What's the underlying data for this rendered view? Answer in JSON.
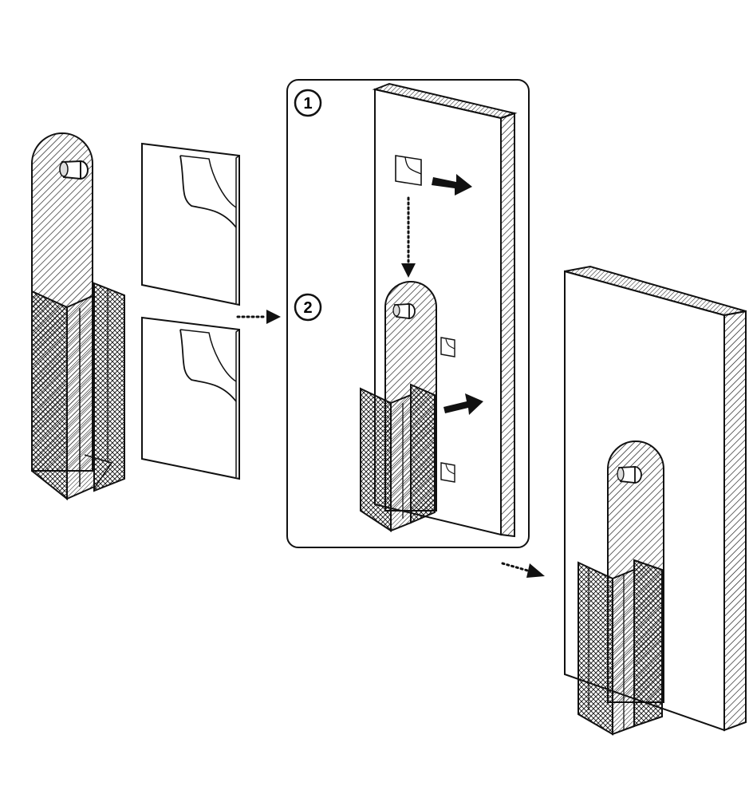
{
  "steps": [
    {
      "number": "1"
    },
    {
      "number": "2"
    }
  ],
  "colors": {
    "ink": "#111111",
    "paper": "#ffffff",
    "panel_border": "#111111"
  },
  "icons": [
    "holder-with-pin",
    "adhesive-pad",
    "peel-corner",
    "dotted-arrow",
    "solid-arrow",
    "wall-panel"
  ]
}
